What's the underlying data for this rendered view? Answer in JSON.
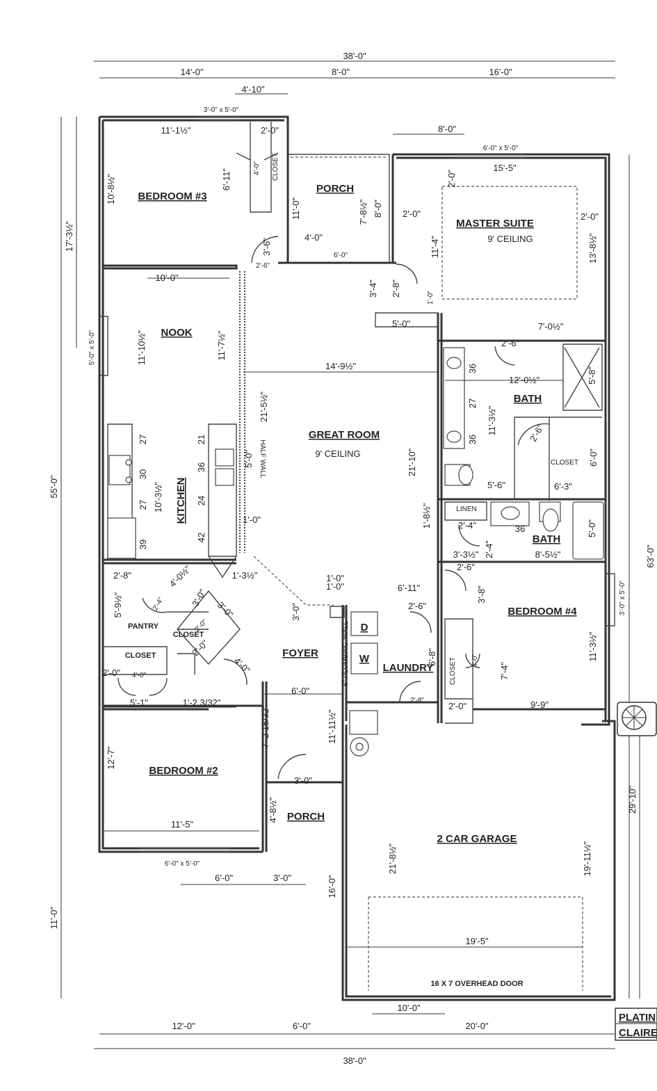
{
  "rooms": {
    "bedroom3": "BEDROOM #3",
    "porch_rear": "PORCH",
    "master_suite": "MASTER SUITE",
    "master_ceiling": "9' CEILING",
    "nook": "NOOK",
    "great_room": "GREAT ROOM",
    "great_ceiling": "9' CEILING",
    "kitchen": "KITCHEN",
    "bath_master": "BATH",
    "bath_hall": "BATH",
    "closet_master": "CLOSET",
    "closet_bed3": "CLOSET",
    "linen": "LINEN",
    "bedroom4": "BEDROOM #4",
    "pantry": "PANTRY",
    "closet_pantry": "CLOSET",
    "closet_foyer": "CLOSET",
    "foyer": "FOYER",
    "laundry": "LAUNDRY",
    "closet_bed4": "CLOSET",
    "bedroom2": "BEDROOM #2",
    "porch_front": "PORCH",
    "garage": "2 CAR GARAGE",
    "overhead_door": "16 X 7 OVERHEAD DOOR",
    "half_wall": "HALF WALL",
    "plumbing_wall": "6\" PLUMBING WALL",
    "dryer": "D",
    "washer": "W"
  },
  "dimensions": {
    "overall_top": "38'-0\"",
    "top_left": "14'-0\"",
    "top_mid": "8'-0\"",
    "top_right": "16'-0\"",
    "bed3_offset": "4'-10\"",
    "master_offset": "8'-0\"",
    "window_bed3": "3'-0\" x 5'-0\"",
    "window_master": "6'-0\" x 5'-0\"",
    "bed3_width": "11'-1½\"",
    "bed3_closet_w": "2'-0\"",
    "bed3_depth": "10'-8½\"",
    "bed3_closet_d": "6'-11\"",
    "bed3_closet_door": "4'-0\"",
    "porch_depth": "11'-0\"",
    "porch_depth2": "7'-8½\"",
    "porch_depth3": "8'-0\"",
    "porch_w1": "4'-0\"",
    "porch_w2": "6'-0\"",
    "bed3_door": "3'-6\"",
    "bed3_door2": "2'-6\"",
    "master_width": "15'-5\"",
    "master_2ft_a": "2'-0\"",
    "master_2ft_b": "2'-0\"",
    "master_2ft_c": "2'-0\"",
    "master_depth": "11'-4\"",
    "master_depth2": "13'-8½\"",
    "master_door": "2'-8\"",
    "master_hall": "3'-4\"",
    "master_hall2": "1'-0\"",
    "master_hall_w": "5'-0\"",
    "master_7ft": "7'-0½\"",
    "nook_width": "10'-0\"",
    "nook_depth": "11'-10½\"",
    "nook_depth2": "11'-7½\"",
    "great_width": "14'-9½\"",
    "great_depth": "21'-5½\"",
    "great_depth2": "21'-10\"",
    "kitchen_depth": "10'-3½\"",
    "k_27a": "27",
    "k_30": "30",
    "k_27b": "27",
    "k_39": "39",
    "k_21": "21",
    "k_36": "36",
    "k_24": "24",
    "k_42": "42",
    "half_wall_len": "5'-0\"",
    "island_gap": "1'-0\"",
    "kitchen_angle": "4'-0½\"",
    "angle_13": "1'-3½\"",
    "bath_door": "2'-6\"",
    "bath_width": "12'-0½\"",
    "bath_depth": "11'-3½\"",
    "bath_36a": "36",
    "bath_27": "27",
    "bath_36b": "36",
    "bath_58": "5'-8\"",
    "closet_door_mb": "2'-6\"",
    "closet_mb_depth": "6'-0\"",
    "bath_56": "5'-6\"",
    "closet_mb_w": "6'-3\"",
    "linen_18": "1'-8½\"",
    "linen_24": "2'-4\"",
    "hall_bath_36": "36",
    "hall_bath_50": "5'-0\"",
    "hall_bath_33": "3'-3½\"",
    "hall_bath_door": "2'-4\"",
    "hall_bath_w": "8'-5½\"",
    "hall_611": "6'-11\"",
    "hall_10a": "1'-0\"",
    "hall_10b": "1'-0\"",
    "bed4_door": "2'-6\"",
    "bed4_38": "3'-8\"",
    "bed4_depth": "11'-3½\"",
    "bed4_74": "7'-4\"",
    "bed4_closet": "4'-0\"",
    "bed4_20": "2'-0\"",
    "bed4_width": "9'-9\"",
    "laundry_26": "2'-6\"",
    "laundry_68": "6'-8\"",
    "laundry_28": "2'-8\"",
    "pantry_28": "2'-8\"",
    "pantry_59": "5'-9½\"",
    "pantry_24": "2'-4\"",
    "pantry_30": "3'-0\"",
    "closet_20a": "2'-0\"",
    "closet_20b": "2'-0\"",
    "foyer_30": "3'-0\"",
    "foyer_30b": "3'-0\"",
    "foyer_40": "4'-0\"",
    "foyer_60": "6'-0\"",
    "closet_20c": "2'-0\"",
    "closet_40": "4'-0\"",
    "bed2_51": "5'-1\"",
    "bed2_12": "1'-2 3/32\"",
    "bed2_depth": "12'-7\"",
    "bed2_72": "7'-2 15/32\"",
    "foyer_1111": "11'-11½\"",
    "bed2_width": "11'-5\"",
    "front_porch_w": "3'-0\"",
    "front_porch_d": "4'-8½\"",
    "window_bed2": "6'-0\" x 5'-0\"",
    "front_60": "6'-0\"",
    "front_30": "3'-0\"",
    "front_160": "16'-0\"",
    "garage_depth": "21'-8½\"",
    "garage_depth2": "19'-11½\"",
    "garage_width": "19'-5\"",
    "garage_door": "10'-0\"",
    "left_1731": "17'-3½\"",
    "left_550": "55'-0\"",
    "left_110": "11'-0\"",
    "window_nook": "5'-0\" x 5'-0\"",
    "right_630": "63'-0\"",
    "right_2910": "29'-10\"",
    "window_bed4": "3'-0\" x 5'-0\"",
    "bottom_120": "12'-0\"",
    "bottom_60": "6'-0\"",
    "bottom_200": "20'-0\"",
    "overall_bottom": "38'-0\""
  },
  "title_block": {
    "line1": "PLATIN",
    "line2": "CLAIRE"
  }
}
